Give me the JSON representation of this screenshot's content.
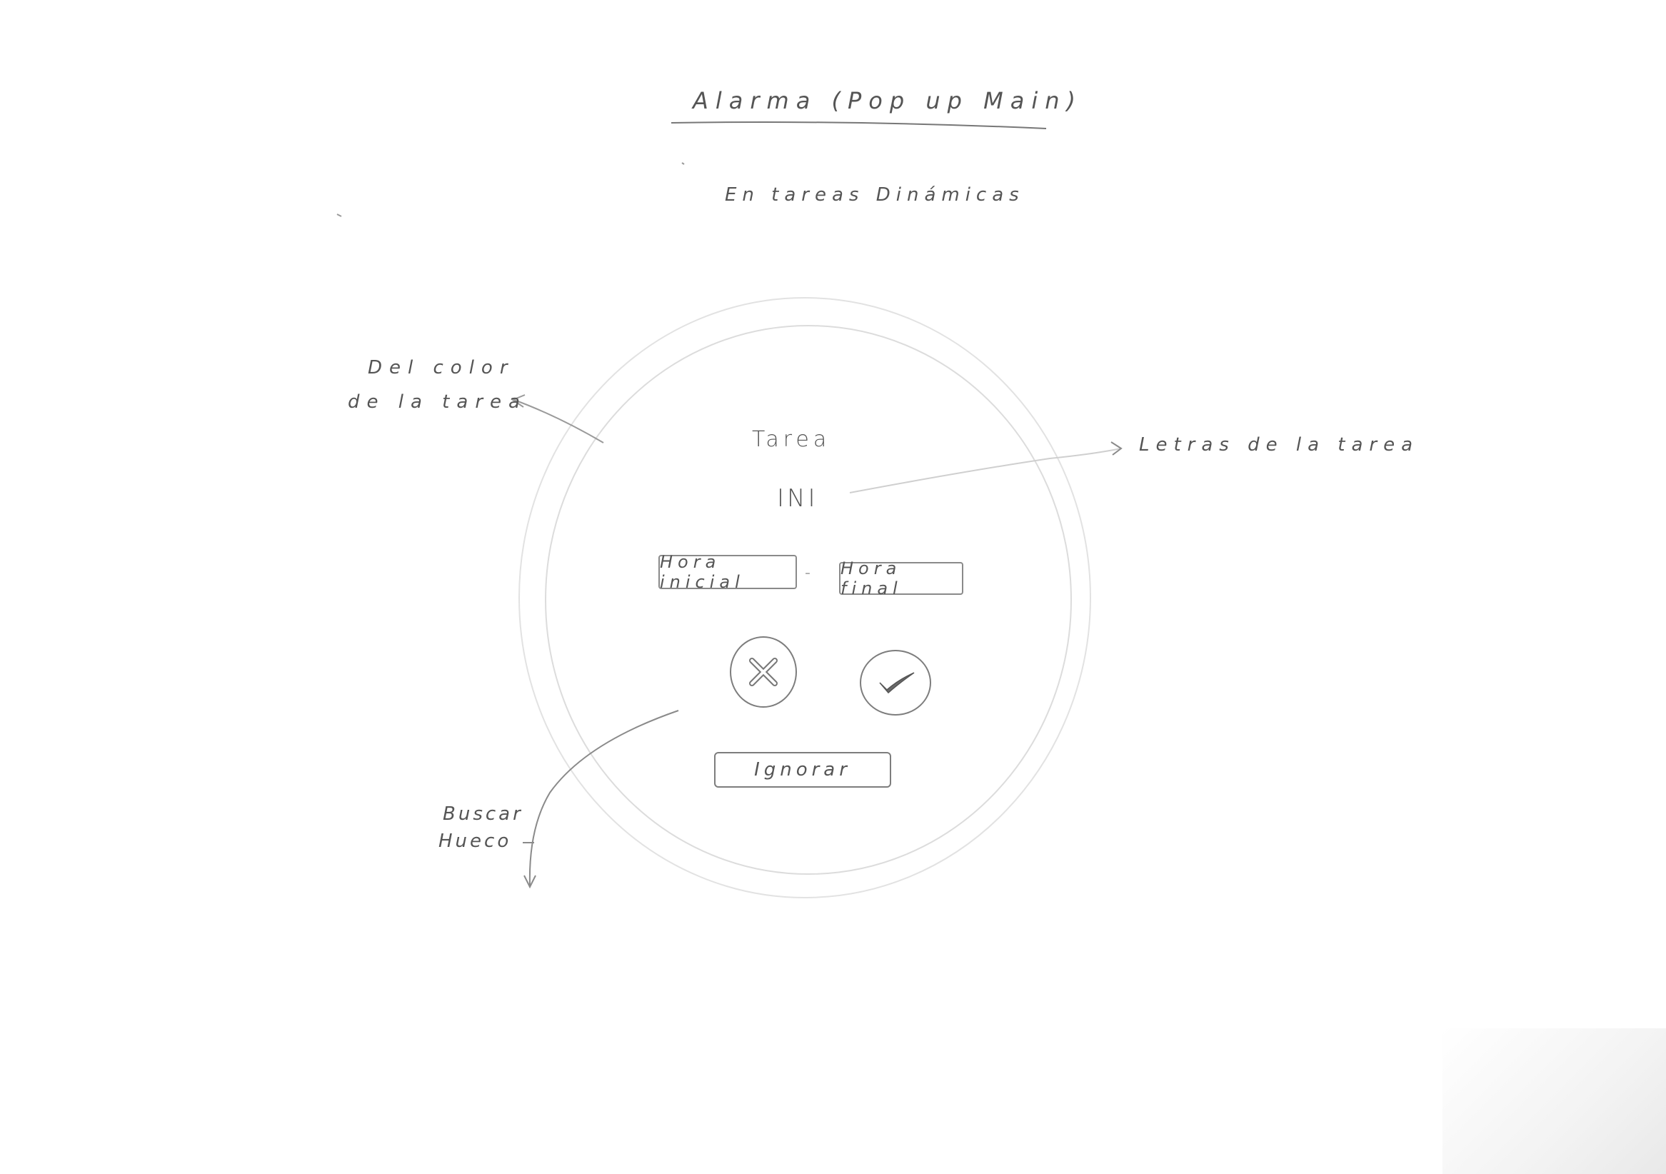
{
  "sketch": {
    "title": "Alarma (Pop up Main)",
    "subtitle": "En tareas Dinámicas",
    "popup": {
      "task_label": "Tarea",
      "task_abbrev": "INI",
      "start_time": "Hora inicial",
      "time_separator": "-",
      "end_time": "Hora final",
      "ignore_label": "Ignorar",
      "reject_icon": "x-icon",
      "accept_icon": "checkmark-icon"
    },
    "annotations": {
      "color_note_line1": "Del color",
      "color_note_line2": "de la tarea",
      "letters_note": "Letras de la tarea",
      "search_note_line1": "Buscar",
      "search_note_line2": "Hueco"
    }
  }
}
